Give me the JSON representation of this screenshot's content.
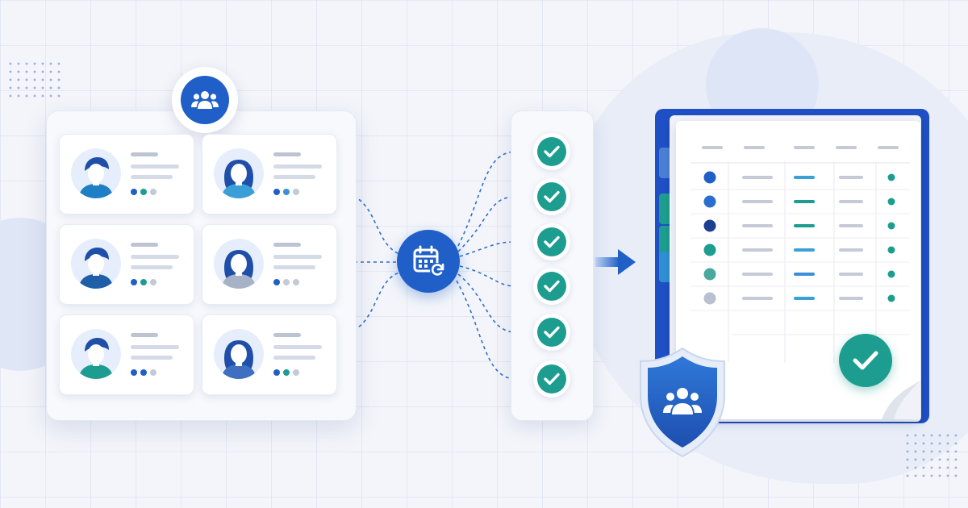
{
  "colors": {
    "primary_blue": "#1f5fc7",
    "teal": "#1d9d8f",
    "light_blue": "#4a90d9",
    "gray": "#c3c9d6",
    "dark_navy": "#1d3f91"
  },
  "icons": {
    "team_badge": "team-icon",
    "hub": "calendar-refresh-icon",
    "checks": "check-icon",
    "arrow": "arrow-right-icon",
    "seal": "check-icon",
    "shield": "team-shield-icon"
  },
  "profiles": [
    {
      "gender": "male",
      "shirt": "#1f7fc4",
      "hair": "#1f4fa8",
      "dots": [
        "#1f5fc7",
        "#1d9d8f",
        "#c3c9d6"
      ]
    },
    {
      "gender": "female",
      "shirt": "#3a9fd6",
      "hair": "#1f4fa8",
      "dots": [
        "#1f5fc7",
        "#3a8fd6",
        "#c3c9d6"
      ]
    },
    {
      "gender": "male",
      "shirt": "#1f5fa8",
      "hair": "#1f4fa8",
      "dots": [
        "#1f5fc7",
        "#1d9d8f",
        "#c3c9d6"
      ]
    },
    {
      "gender": "female",
      "shirt": "#a8b2c6",
      "hair": "#1f4fa8",
      "dots": [
        "#1f5fc7",
        "#c3c9d6",
        "#c3c9d6"
      ]
    },
    {
      "gender": "male",
      "shirt": "#1d9d8f",
      "hair": "#1f4fa8",
      "dots": [
        "#1f5fc7",
        "#1f5fc7",
        "#c3c9d6"
      ]
    },
    {
      "gender": "female",
      "shirt": "#3f6fc0",
      "hair": "#1f4fa8",
      "dots": [
        "#1f5fc7",
        "#1d9d8f",
        "#c3c9d6"
      ]
    }
  ],
  "checklist": {
    "count": 6
  },
  "document_rows": [
    {
      "dot": "#1f5fc7",
      "accent": "#3aa0d8"
    },
    {
      "dot": "#2a6fd0",
      "accent": "#1d9d8f"
    },
    {
      "dot": "#1d3f91",
      "accent": "#1d9d8f"
    },
    {
      "dot": "#1d9d8f",
      "accent": "#3aa0d8"
    },
    {
      "dot": "#4aa89e",
      "accent": "#3a8fd6"
    },
    {
      "dot": "#b9c0cf",
      "accent": "#3aa0d8"
    }
  ],
  "folder_tabs": [
    "#4a7fd6",
    "#1d9d8f",
    "#1d9d8f",
    "#2f8fd0"
  ]
}
